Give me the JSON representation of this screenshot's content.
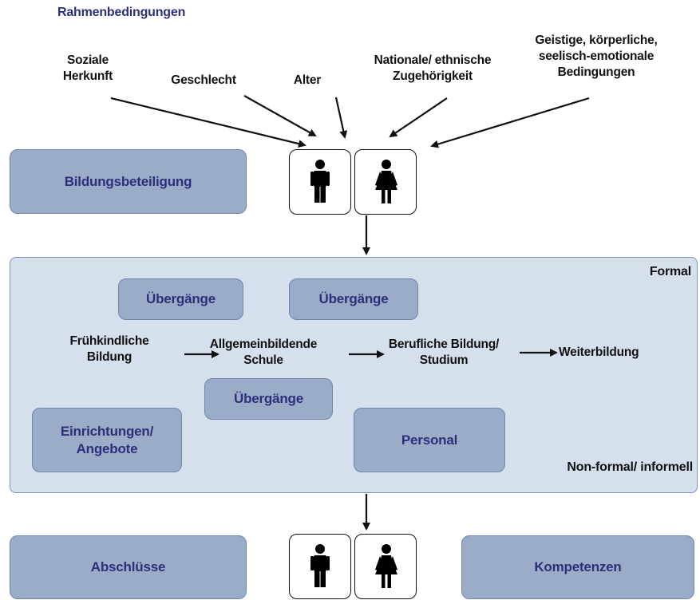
{
  "title": "Rahmenbedingungen",
  "factors": {
    "soziale_herkunft": [
      "Soziale",
      "Herkunft"
    ],
    "geschlecht": "Geschlecht",
    "alter": "Alter",
    "nationale": [
      "Nationale/ ethnische",
      "Zugehörigkeit"
    ],
    "geistige": [
      "Geistige, körperliche,",
      "seelisch-emotionale",
      "Bedingungen"
    ]
  },
  "boxes": {
    "bildungsbeteiligung": "Bildungsbeteiligung",
    "uebergaenge_1": "Übergänge",
    "uebergaenge_2": "Übergänge",
    "uebergaenge_3": "Übergänge",
    "einrichtungen": [
      "Einrichtungen/",
      "Angebote"
    ],
    "personal": "Personal",
    "abschluesse": "Abschlüsse",
    "kompetenzen": "Kompetenzen"
  },
  "panel": {
    "formal_label": "Formal",
    "nonformal_label": "Non-formal/ informell"
  },
  "stages": {
    "fruehkindlich": [
      "Frühkindliche",
      "Bildung"
    ],
    "allgemeinbildend": [
      "Allgemeinbildende",
      "Schule"
    ],
    "beruflich": [
      "Berufliche Bildung/",
      "Studium"
    ],
    "weiterbildung": "Weiterbildung"
  },
  "icons": [
    "male-person-icon",
    "female-person-icon"
  ],
  "colors": {
    "box_fill": "#9aacc7",
    "box_border": "#6f86ad",
    "panel_fill": "#d6dfec",
    "heading_text": "#2e2f7a"
  }
}
